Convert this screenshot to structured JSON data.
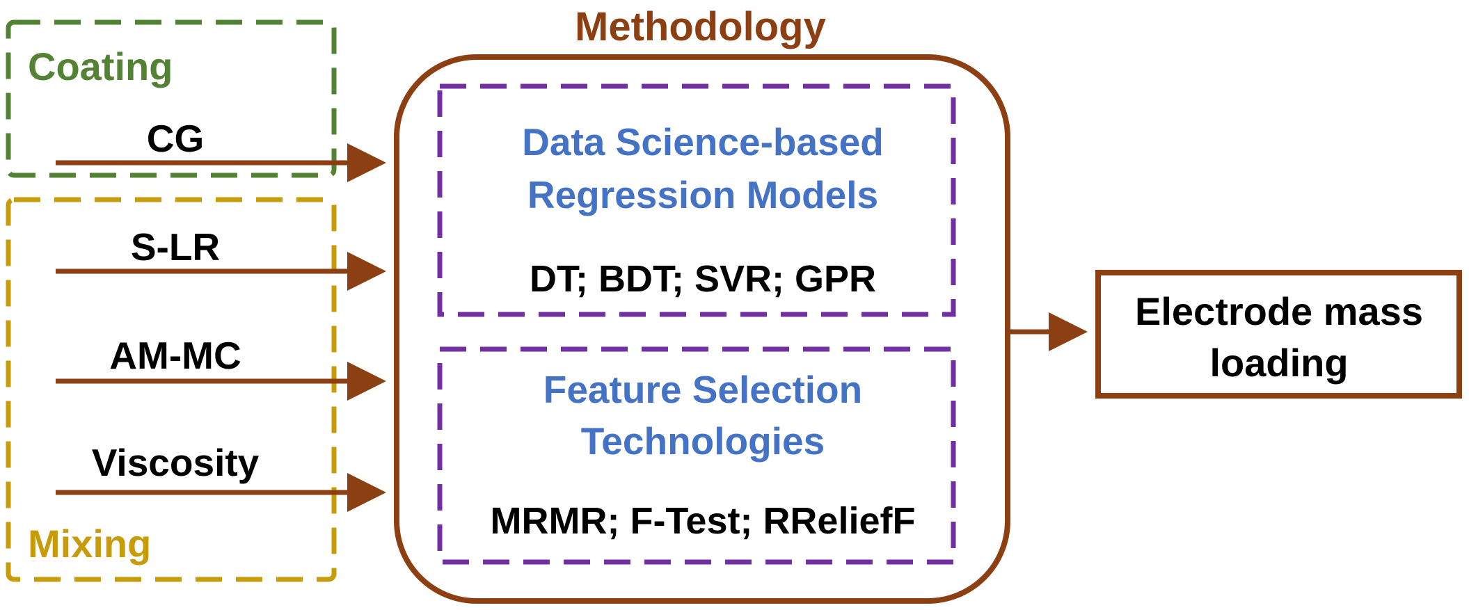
{
  "colors": {
    "arrow": "#8B3F12",
    "coating_accent": "#548235",
    "mixing_accent": "#C89B0B",
    "model_box": "#7030A0",
    "model_text": "#4472C4",
    "text": "#000000"
  },
  "methodology": {
    "title": "Methodology"
  },
  "groups": {
    "coating": {
      "label": "Coating"
    },
    "mixing": {
      "label": "Mixing"
    }
  },
  "inputs": [
    {
      "label": "CG"
    },
    {
      "label": "S-LR"
    },
    {
      "label": "AM-MC"
    },
    {
      "label": "Viscosity"
    }
  ],
  "regression": {
    "title_line1": "Data Science-based",
    "title_line2": "Regression Models",
    "methods": "DT; BDT; SVR; GPR"
  },
  "feature_selection": {
    "title_line1": "Feature Selection",
    "title_line2": "Technologies",
    "methods": "MRMR; F-Test; RReliefF"
  },
  "output": {
    "line1": "Electrode mass",
    "line2": "loading"
  }
}
